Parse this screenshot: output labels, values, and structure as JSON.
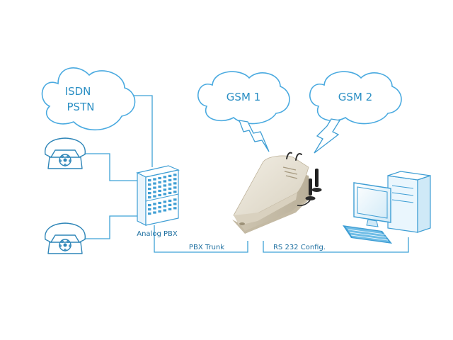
{
  "diagram": {
    "nodes": {
      "isdn_pstn": {
        "lines": [
          "ISDN",
          "PSTN"
        ]
      },
      "gsm1": {
        "label": "GSM 1"
      },
      "gsm2": {
        "label": "GSM 2"
      },
      "pbx": {
        "label": "Analog PBX"
      }
    },
    "connections": {
      "pbx_trunk": {
        "label": "PBX Trunk"
      },
      "rs232": {
        "label": "RS 232 Config."
      }
    },
    "icons": {
      "phone": "telephone-icon",
      "pbx": "pbx-cabinet-icon",
      "gateway": "gsm-gateway-icon",
      "antenna": "antenna-icon",
      "computer": "computer-icon",
      "signal": "wireless-signal-icon"
    },
    "colors": {
      "line": "#3ea2d6",
      "cloud_text": "#2b8fc4",
      "label": "#1d6fa0",
      "device": "#e6e0d2"
    }
  }
}
